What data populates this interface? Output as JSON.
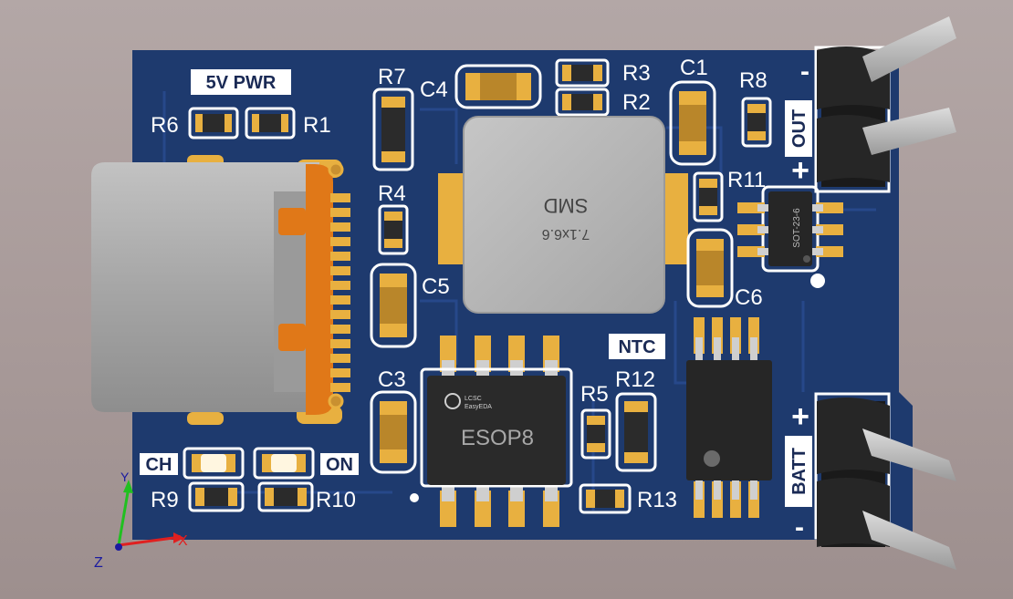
{
  "board": {
    "silkscreen": {
      "pwr_label": "5V PWR",
      "ch_label": "CH",
      "on_label": "ON",
      "ntc_label": "NTC",
      "out_label": "OUT",
      "batt_label": "BATT",
      "plus": "+",
      "minus": "-"
    },
    "refs": {
      "r1": "R1",
      "r2": "R2",
      "r3": "R3",
      "r4": "R4",
      "r5": "R5",
      "r6": "R6",
      "r7": "R7",
      "r8": "R8",
      "r9": "R9",
      "r10": "R10",
      "r11": "R11",
      "r12": "R12",
      "r13": "R13",
      "c1": "C1",
      "c3": "C3",
      "c4": "C4",
      "c5": "C5",
      "c6": "C6"
    },
    "parts": {
      "inductor_text_1": "7.1x6.6",
      "inductor_text_2": "SMD",
      "ic_label": "ESOP8",
      "ic_logo_1": "LCSC",
      "ic_logo_2": "EasyEDA",
      "sot_label": "SOT-23-6"
    },
    "axes": {
      "x": "X",
      "y": "Y",
      "z": "Z"
    },
    "colors": {
      "pcb": "#1e3a6e",
      "pad": "#e8b040",
      "silk": "#ffffff",
      "ic_body": "#2a2a2a",
      "inductor": "#b8b8b8",
      "usb_shell": "#a8a8a8",
      "usb_tongue": "#e07818",
      "pin_metal": "#c8c8c8"
    }
  }
}
